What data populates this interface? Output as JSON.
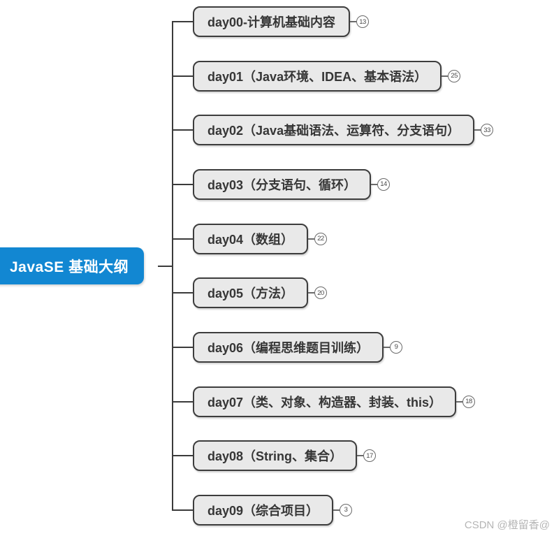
{
  "root": {
    "label": "JavaSE 基础大纲"
  },
  "nodes": [
    {
      "label": "day00-计算机基础内容",
      "badge": "13"
    },
    {
      "label": "day01（Java环境、IDEA、基本语法）",
      "badge": "25"
    },
    {
      "label": "day02（Java基础语法、运算符、分支语句）",
      "badge": "33"
    },
    {
      "label": "day03（分支语句、循环）",
      "badge": "14"
    },
    {
      "label": "day04（数组）",
      "badge": "22"
    },
    {
      "label": "day05（方法）",
      "badge": "20"
    },
    {
      "label": "day06（编程思维题目训练）",
      "badge": "9"
    },
    {
      "label": "day07（类、对象、构造器、封装、this）",
      "badge": "18"
    },
    {
      "label": "day08（String、集合）",
      "badge": "17"
    },
    {
      "label": "day09（综合项目）",
      "badge": "3"
    }
  ],
  "watermark": "CSDN @橙留香@",
  "colors": {
    "root_bg": "#1287d2",
    "root_text": "#ffffff",
    "topic_bg": "#e9e9e9",
    "topic_border": "#3d3d3d",
    "topic_text": "#363636",
    "connector": "#3b3b3b",
    "watermark": "#b5b5b5"
  }
}
